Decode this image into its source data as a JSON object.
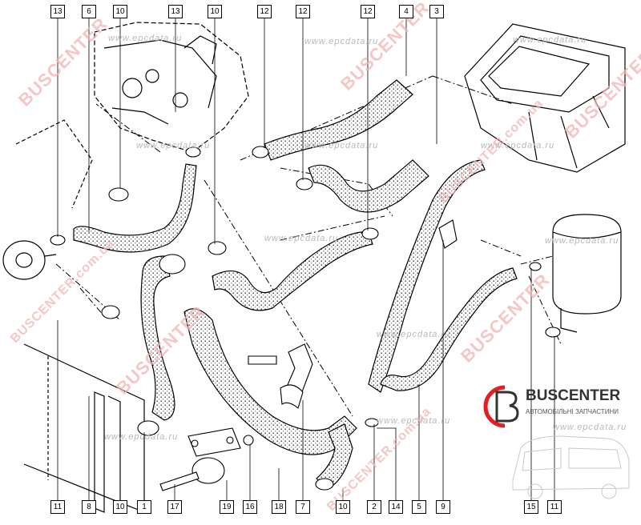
{
  "callouts_top": [
    "13",
    "6",
    "10",
    "13",
    "10",
    "12",
    "12",
    "12",
    "4",
    "3"
  ],
  "callouts_bottom": [
    "11",
    "8",
    "10",
    "1",
    "17",
    "19",
    "16",
    "18",
    "7",
    "10",
    "2",
    "14",
    "5",
    "9",
    "15",
    "11"
  ],
  "watermarks": {
    "bus": "BUSCENTER",
    "domain": "BUSCENTER.com.ua",
    "epc": "www.epcdata.ru"
  },
  "brand": {
    "name": "BUSCENTER",
    "subtitle": "АВТОМОБІЛЬНІ ЗАПЧАСТИНИ",
    "color_primary": "#e31e24",
    "color_dark": "#333333"
  }
}
